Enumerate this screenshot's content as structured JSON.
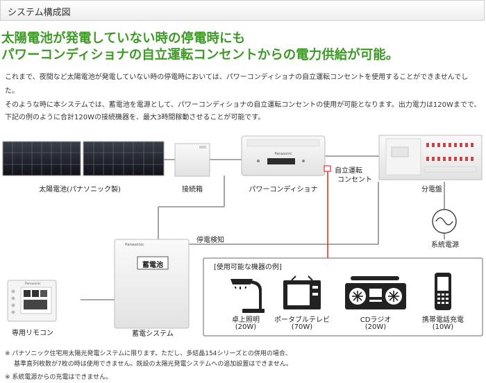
{
  "header": {
    "title": "システム構成図"
  },
  "headline": {
    "line1": "太陽電池が発電していない時の停電時にも",
    "line2": "パワーコンディショナの自立運転コンセントからの電力供給が可能。"
  },
  "intro": {
    "p1a": "これまで、夜間など太陽電池が発電していない時の停電時においては、パワーコンディショナの自立運転コンセントを使用することができませんでし",
    "p1b": "た。",
    "p2a": "そのような時に本システムでは、蓄電池を電源として、パワーコンディショナの自立運転コンセントの使用が可能となります。出力電力は120Wまでで、",
    "p2b": "下記の例のように合計120Wの接続機器を、最大3時間稼動させることが可能です。"
  },
  "diagram": {
    "solar_panel_label": "太陽電池(パナソニック製)",
    "junction_box_label": "接続箱",
    "power_conditioner_label": "パワーコンディショナ",
    "power_conditioner_brand": "Panasonic",
    "self_outlet_line1": "自立運転",
    "self_outlet_line2": "コンセント",
    "distribution_board_label": "分電盤",
    "grid_power_label": "系統電源",
    "outage_detection_label": "停電検知",
    "battery_brand": "Panasonic",
    "battery_inner_label": "蓄電池",
    "battery_system_label": "蓄電システム",
    "remote_brand": "Panasonic",
    "remote_label": "専用リモコン",
    "devices_box_title": "[使用可能な機器の例]",
    "devices": [
      {
        "name": "卓上照明",
        "watt": "(20W)"
      },
      {
        "name": "ポータブルテレビ",
        "watt": "(70W)"
      },
      {
        "name": "CDラジオ",
        "watt": "(20W)"
      },
      {
        "name": "携帯電話充電",
        "watt": "(10W)"
      }
    ]
  },
  "notes": {
    "n1a": "※ パナソニック住宅用太陽光発電システムに限ります。ただし、多結晶154シリーズとの併用の場合、",
    "n1b": "基準直列枚数が7枚の時は使用できません。既設の太陽光発電システムへの追加設置はできません。",
    "n2": "※ 系統電源からの充電はできません。"
  },
  "colors": {
    "headline": "#3d9a26",
    "line": "#888888",
    "outlet_line": "#e0332c"
  }
}
